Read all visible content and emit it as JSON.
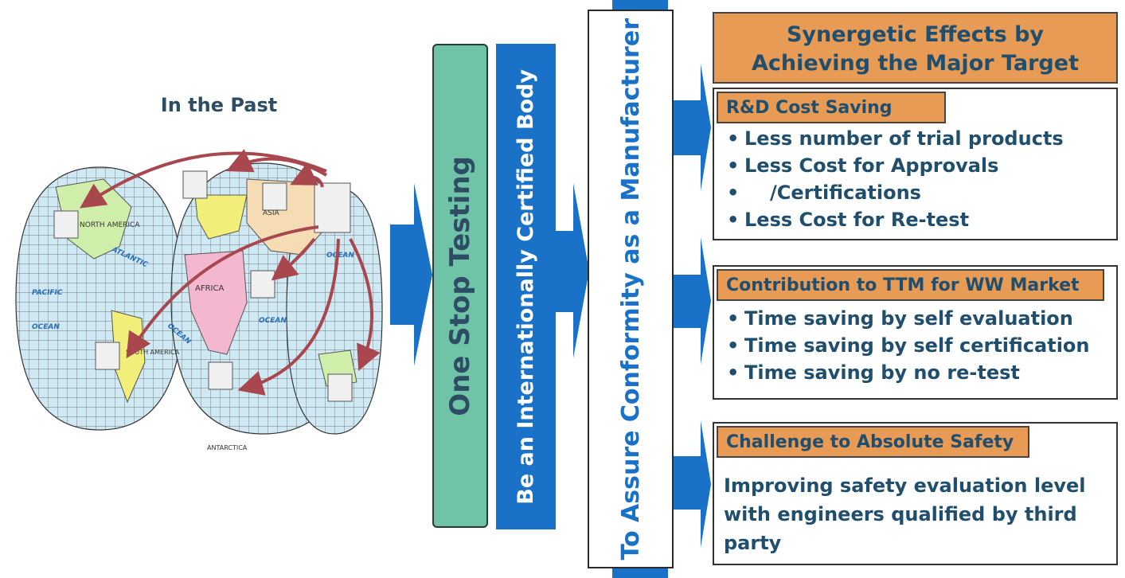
{
  "left": {
    "title": "In the Past",
    "map_labels": {
      "north_america": "NORTH AMERICA",
      "atlantic": "ATLANTIC",
      "pacific": "PACIFIC",
      "ocean_left": "OCEAN",
      "africa": "AFRICA",
      "asia": "ASIA",
      "south_america": "SOUTH AMERICA",
      "ocean_mid": "OCEAN",
      "ocean_mid2": "OCEAN",
      "ocean_right": "OCEAN",
      "antarctica": "ANTARCTICA"
    }
  },
  "bars": {
    "one_stop": "One Stop Testing",
    "certified": "Be an Internationally Certified Body",
    "conformity": "To Assure Conformity as a Manufacturer"
  },
  "header": {
    "line1": "Synergetic Effects by",
    "line2": "Achieving the Major Target"
  },
  "panels": {
    "rd": {
      "tag": "R&D Cost Saving",
      "items": [
        "Less number of trial products",
        "Less Cost for Approvals",
        "/Certifications",
        "Less Cost for Re-test"
      ]
    },
    "ttm": {
      "tag": "Contribution to TTM for WW Market",
      "items": [
        "Time saving by self evaluation",
        "Time saving by self certification",
        "Time saving by no re-test"
      ]
    },
    "safety": {
      "tag": "Challenge to Absolute Safety",
      "text": "Improving safety evaluation level with engineers qualified by third party"
    }
  },
  "colors": {
    "orange": "#e79b55",
    "green": "#6fc4a8",
    "blue": "#1a72c8",
    "arrow_red": "#a8474d",
    "navy_text": "#1f4e6e"
  }
}
